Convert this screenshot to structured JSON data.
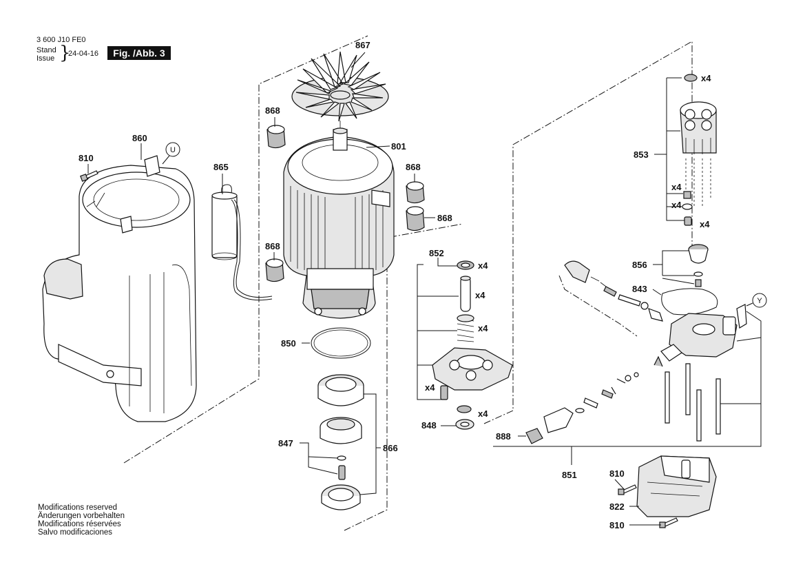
{
  "header": {
    "doc_number": "3 600 J10 FE0",
    "stand_label": "Stand",
    "issue_label": "Issue",
    "brace": "}",
    "issue_date": "24-04-16",
    "figure_label": "Fig. /Abb. 3"
  },
  "footer": {
    "lines": [
      "Modifications reserved",
      "Änderungen vorbehalten",
      "Modifications réservées",
      "Salvo modificaciones"
    ]
  },
  "parts": {
    "p801": "801",
    "p810_top": "810",
    "p810_mid": "810",
    "p810_bot": "810",
    "p822": "822",
    "p843": "843",
    "p847": "847",
    "p848": "848",
    "p850": "850",
    "p851": "851",
    "p852": "852",
    "p853": "853",
    "p856": "856",
    "p860": "860",
    "p865": "865",
    "p866": "866",
    "p867": "867",
    "p868_a": "868",
    "p868_b": "868",
    "p868_c": "868",
    "p868_d": "868",
    "p888": "888"
  },
  "quantities": {
    "q852_seal": "x4",
    "q852_pin": "x4",
    "q852_spring": "x4",
    "q852_screw": "x4",
    "q848": "x4",
    "q853_top": "x4",
    "q853_a": "x4",
    "q853_b": "x4",
    "q853_c": "x4"
  },
  "references": {
    "ref_u": "U",
    "ref_y": "Y"
  }
}
